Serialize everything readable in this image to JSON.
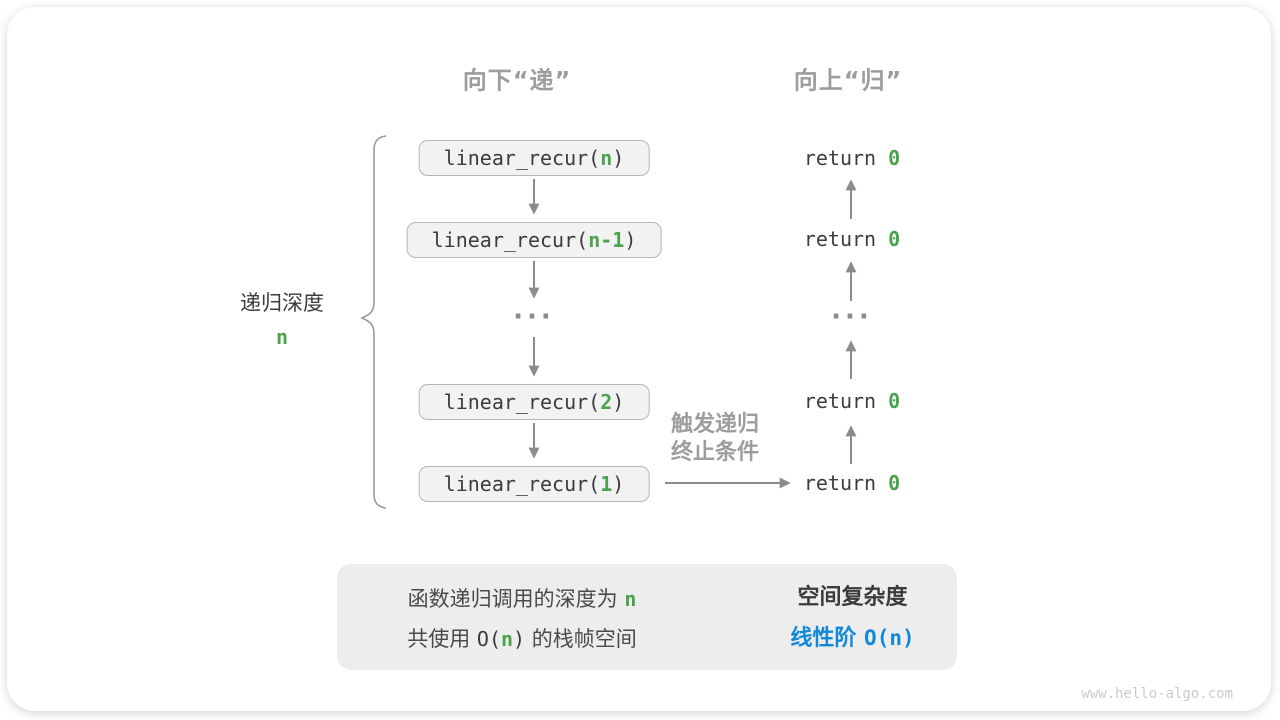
{
  "header": {
    "down": "向下“递”",
    "up": "向上“归”"
  },
  "calls": [
    {
      "prefix": "linear_recur(",
      "arg": "n",
      "suffix": ")"
    },
    {
      "prefix": "linear_recur(",
      "arg": "n-1",
      "suffix": ")"
    },
    {
      "prefix": "linear_recur(",
      "arg": "2",
      "suffix": ")"
    },
    {
      "prefix": "linear_recur(",
      "arg": "1",
      "suffix": ")"
    }
  ],
  "returns": [
    {
      "prefix": "return ",
      "value": "0"
    },
    {
      "prefix": "return ",
      "value": "0"
    },
    {
      "prefix": "return ",
      "value": "0"
    },
    {
      "prefix": "return ",
      "value": "0"
    }
  ],
  "ellipsis": "···",
  "depth": {
    "label": "递归深度",
    "value": "n"
  },
  "trigger": {
    "line1": "触发递归",
    "line2": "终止条件"
  },
  "summary": {
    "line1": {
      "text": "函数递归调用的深度为",
      "n": "n"
    },
    "line2": {
      "pre": "共使用",
      "o_open": "O(",
      "n": "n",
      "o_close": ")",
      "post": "的栈帧空间"
    }
  },
  "result": {
    "title": "空间复杂度",
    "label": "线性阶",
    "big_o": "O(n)"
  },
  "watermark": "www.hello-algo.com",
  "colors": {
    "accent_green": "#4ca24e",
    "accent_blue": "#1289d8",
    "heading_gray": "#9d9d9d",
    "arrow_gray": "#8c8c8c",
    "box_bg": "#f2f2f2",
    "box_border": "#b6b6b6",
    "summary_bg": "#ededee",
    "text_dark": "#3c3c3c"
  }
}
